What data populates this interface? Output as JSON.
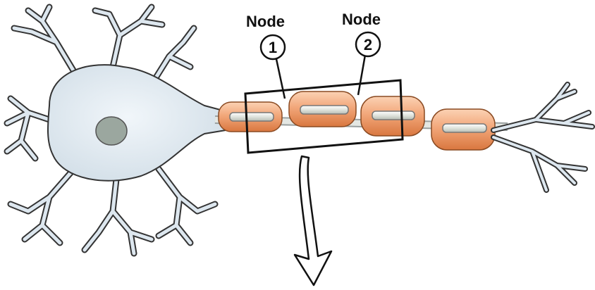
{
  "labels": {
    "node1_title": "Node",
    "node1_number": "1",
    "node2_title": "Node",
    "node2_number": "2"
  },
  "colors": {
    "cell_fill": "#dde7ef",
    "cell_stroke": "#333333",
    "nucleus": "#9ba79f",
    "myelin_fill": "#f2a77a",
    "myelin_dark": "#d9773f",
    "axon_core": "#d8dcd6",
    "line": "#1a1a1a"
  }
}
